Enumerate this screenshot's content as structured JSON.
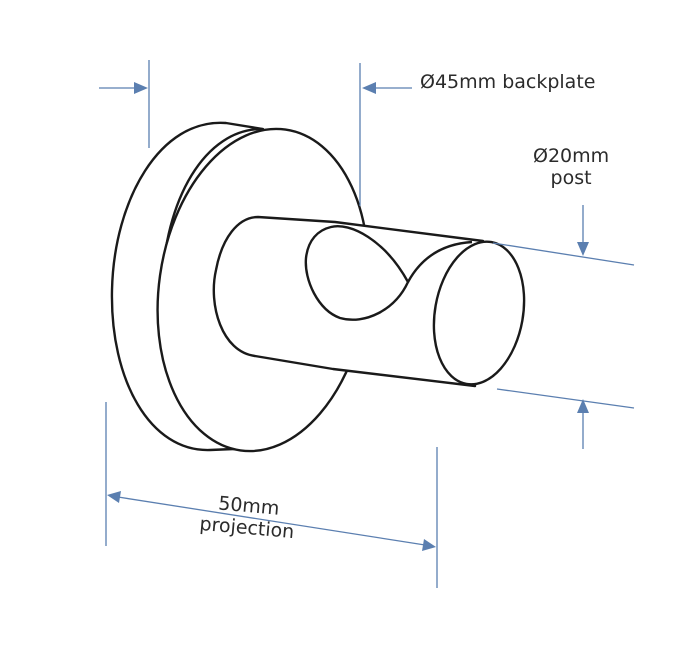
{
  "dimensions": {
    "backplate": "Ø45mm backplate",
    "post_value": "Ø20mm",
    "post_word": "post",
    "projection_value": "50mm",
    "projection_word": "projection"
  },
  "colors": {
    "dimension_lines": "#5b7fb0",
    "outline": "#1a1a1a",
    "text": "#2b2b2b",
    "background": "#ffffff"
  }
}
